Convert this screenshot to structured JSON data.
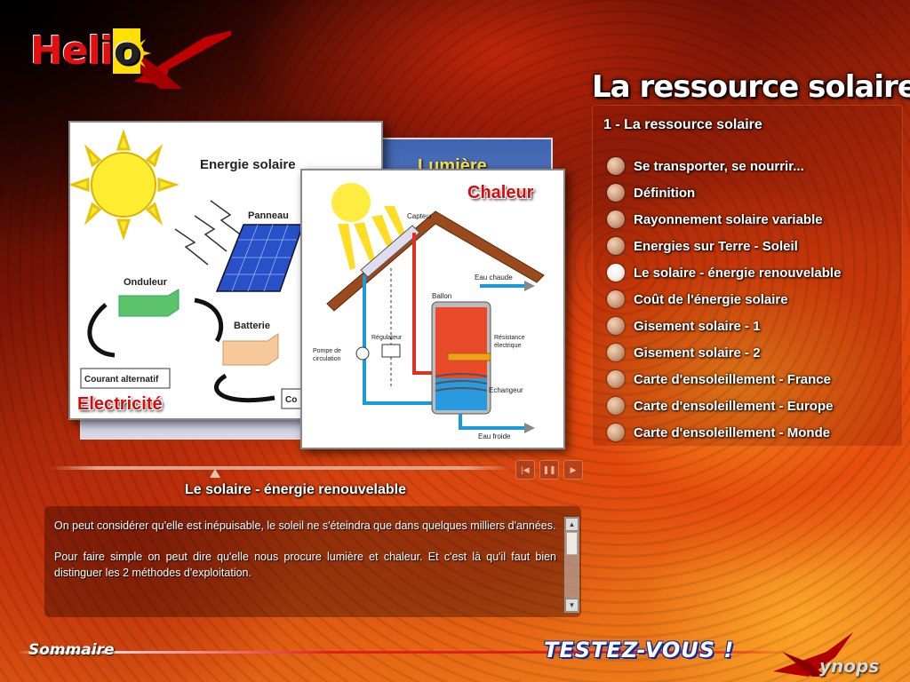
{
  "app": {
    "logo_text": "Helio-X",
    "brand_colors": {
      "red": "#e01010",
      "yellow": "#ffe000",
      "fire": "#e86a14"
    }
  },
  "page_title": "La ressource solaire",
  "section_heading": "1 - La ressource solaire",
  "menu": {
    "items": [
      {
        "label": "Se transporter, se nourrir...",
        "active": false
      },
      {
        "label": "Définition",
        "active": false
      },
      {
        "label": "Rayonnement solaire variable",
        "active": false
      },
      {
        "label": "Energies sur Terre - Soleil",
        "active": false
      },
      {
        "label": "Le solaire - énergie renouvelable",
        "active": true
      },
      {
        "label": "Coût de l'énergie solaire",
        "active": false
      },
      {
        "label": "Gisement solaire - 1",
        "active": false
      },
      {
        "label": "Gisement solaire - 2",
        "active": false
      },
      {
        "label": "Carte d'ensoleillement - France",
        "active": false
      },
      {
        "label": "Carte d'ensoleillement - Europe",
        "active": false
      },
      {
        "label": "Carte d'ensoleillement - Monde",
        "active": false
      }
    ]
  },
  "slides": {
    "back_title": "Lumière",
    "electricite": {
      "tag": "Electricité",
      "title": "Energie solaire",
      "panneau": "Panneau",
      "onduleur": "Onduleur",
      "batterie": "Batterie",
      "courant": "Courant alternatif",
      "co": "Co"
    },
    "chaleur": {
      "tag": "Chaleur",
      "capteur": "Capteur",
      "eau_chaude": "Eau chaude",
      "ballon": "Ballon",
      "regulateur": "Régulateur",
      "pompe1": "Pompe de",
      "pompe2": "circulation",
      "resistance1": "Résistance",
      "resistance2": "électrique",
      "echangeur": "Echangeur",
      "eau_froide": "Eau froide"
    }
  },
  "player": {
    "icons": [
      "skip-back-icon",
      "pause-icon",
      "play-icon"
    ]
  },
  "content": {
    "heading": "Le solaire - énergie renouvelable",
    "paragraphs": [
      "On peut considérer qu'elle est inépuisable,  le soleil ne s'éteindra que dans quelques milliers d'années.",
      "Pour faire simple on peut dire qu'elle nous procure lumière et chaleur. Et c'est là qu'il faut bien distinguer les 2 méthodes d'exploitation."
    ]
  },
  "footer": {
    "sommaire": "Sommaire",
    "testez": "TESTEZ-VOUS !",
    "xynops": "ynops"
  }
}
